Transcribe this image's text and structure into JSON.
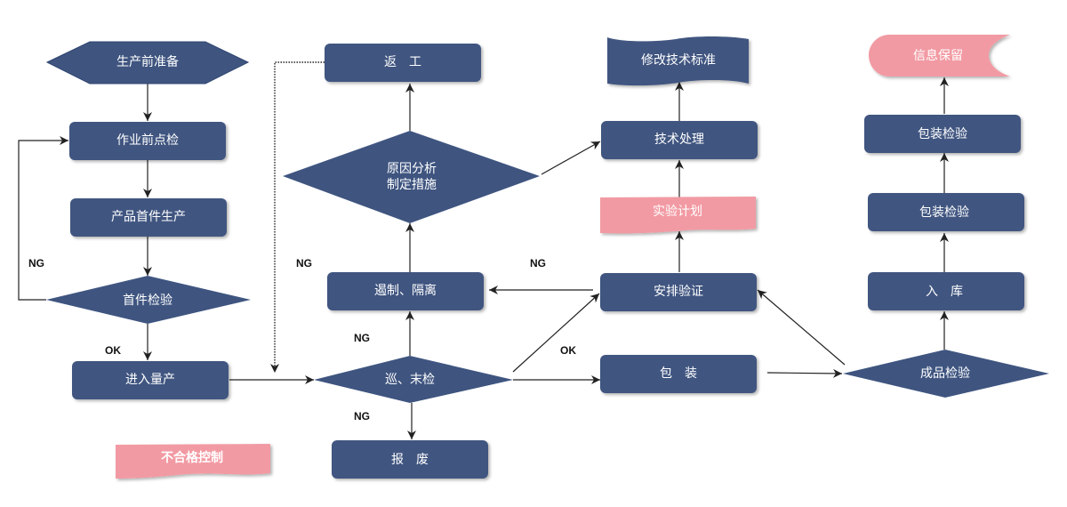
{
  "colors": {
    "node_fill": "#3f5580",
    "node_stroke": "#2f4470",
    "accent_fill": "#f29aa3",
    "edge": "#222222",
    "label": "#111111",
    "node_text": "#ffffff"
  },
  "nodes": {
    "prep": {
      "label": "生产前准备",
      "shape": "hexagon"
    },
    "precheck": {
      "label": "作业前点检",
      "shape": "rounded-rect"
    },
    "firstpiece": {
      "label": "产品首件生产",
      "shape": "rounded-rect"
    },
    "firstinspect": {
      "label": "首件检验",
      "shape": "diamond"
    },
    "massprod": {
      "label": "进入量产",
      "shape": "rounded-rect"
    },
    "rework": {
      "label": "返　工",
      "shape": "rounded-rect"
    },
    "cause": {
      "label_line1": "原因分析",
      "label_line2": "制定措施",
      "shape": "diamond"
    },
    "isolate": {
      "label": "遏制、隔离",
      "shape": "rounded-rect"
    },
    "patrol": {
      "label": "巡、末检",
      "shape": "diamond"
    },
    "scrap": {
      "label": "报　废",
      "shape": "rounded-rect"
    },
    "modstd": {
      "label": "修改技术标准",
      "shape": "document"
    },
    "techproc": {
      "label": "技术处理",
      "shape": "rounded-rect"
    },
    "testplan": {
      "label": "实验计划",
      "shape": "document-accent"
    },
    "verify": {
      "label": "安排验证",
      "shape": "rounded-rect"
    },
    "pack": {
      "label": "包　装",
      "shape": "rounded-rect"
    },
    "inforetain": {
      "label": "信息保留",
      "shape": "stored-data-accent"
    },
    "packinspect2": {
      "label": "包装检验",
      "shape": "rounded-rect"
    },
    "packinspect1": {
      "label": "包装检验",
      "shape": "rounded-rect"
    },
    "storage": {
      "label": "入　库",
      "shape": "rounded-rect"
    },
    "finalinspect": {
      "label": "成品检验",
      "shape": "diamond"
    },
    "nonconform": {
      "label": "不合格控制",
      "shape": "document-accent"
    }
  },
  "edge_labels": {
    "ng_first": "NG",
    "ok_first": "OK",
    "ng_cause": "NG",
    "ng_isolate": "NG",
    "ng_scrap": "NG",
    "ng_verify": "NG",
    "ok_pack": "OK"
  },
  "edges": [
    {
      "from": "prep",
      "to": "precheck"
    },
    {
      "from": "precheck",
      "to": "firstpiece"
    },
    {
      "from": "firstpiece",
      "to": "firstinspect"
    },
    {
      "from": "firstinspect",
      "to": "precheck",
      "label": "NG"
    },
    {
      "from": "firstinspect",
      "to": "massprod",
      "label": "OK"
    },
    {
      "from": "massprod",
      "to": "patrol"
    },
    {
      "from": "rework",
      "to": "patrol",
      "style": "dotted"
    },
    {
      "from": "patrol",
      "to": "isolate",
      "label": "NG"
    },
    {
      "from": "patrol",
      "to": "scrap",
      "label": "NG"
    },
    {
      "from": "patrol",
      "to": "verify",
      "label": "OK"
    },
    {
      "from": "patrol",
      "to": "pack"
    },
    {
      "from": "isolate",
      "to": "cause"
    },
    {
      "from": "cause",
      "to": "rework"
    },
    {
      "from": "cause",
      "to": "techproc"
    },
    {
      "from": "verify",
      "to": "isolate",
      "label": "NG"
    },
    {
      "from": "verify",
      "to": "testplan"
    },
    {
      "from": "testplan",
      "to": "techproc"
    },
    {
      "from": "techproc",
      "to": "modstd"
    },
    {
      "from": "pack",
      "to": "finalinspect"
    },
    {
      "from": "finalinspect",
      "to": "verify"
    },
    {
      "from": "finalinspect",
      "to": "storage"
    },
    {
      "from": "storage",
      "to": "packinspect1"
    },
    {
      "from": "packinspect1",
      "to": "packinspect2"
    },
    {
      "from": "packinspect2",
      "to": "inforetain"
    }
  ]
}
